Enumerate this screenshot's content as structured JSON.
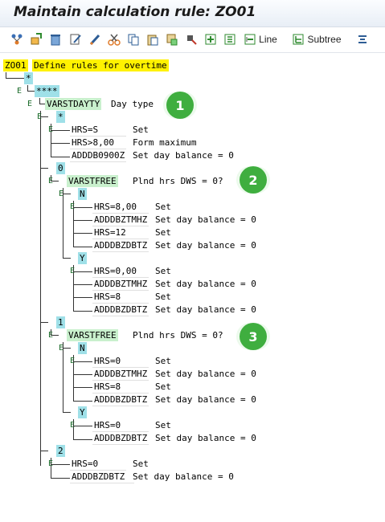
{
  "window": {
    "title": "Maintain calculation rule: ZO01"
  },
  "toolbar": {
    "icons": [
      "hierarchy-icon",
      "new-icon",
      "delete-icon",
      "edit-icon",
      "pencil-icon",
      "cut-icon",
      "copy-icon",
      "paste-icon",
      "paste-below-icon",
      "flag-icon",
      "insert-icon",
      "insert-sub-icon",
      "line-icon",
      "subtree-icon",
      "settings-icon"
    ],
    "line_label": "Line",
    "subtree_label": "Subtree"
  },
  "tree": {
    "root": {
      "code": "ZO01",
      "text": "Define rules for overtime"
    },
    "n_star1": "*",
    "n_star4": "****",
    "varstdayty": {
      "code": "VARSTDAYTY",
      "text": "Day type"
    },
    "dt_star": {
      "label": "*",
      "rows": [
        {
          "op": "HRS=S",
          "text": "Set"
        },
        {
          "op": "HRS>8,00",
          "text": "Form maximum"
        },
        {
          "op": "ADDDB0900Z",
          "text": "Set day balance = 0"
        }
      ]
    },
    "dt_0": {
      "label": "0",
      "var": {
        "code": "VARSTFREE",
        "text": "Plnd hrs DWS = 0?"
      },
      "n": {
        "label": "N",
        "rows": [
          {
            "op": "HRS=8,00",
            "text": "Set"
          },
          {
            "op": "ADDDBZTMHZ",
            "text": "Set day balance = 0"
          },
          {
            "op": "HRS=12",
            "text": "Set"
          },
          {
            "op": "ADDDBZDBTZ",
            "text": "Set day balance = 0"
          }
        ]
      },
      "y": {
        "label": "Y",
        "rows": [
          {
            "op": "HRS=0,00",
            "text": "Set"
          },
          {
            "op": "ADDDBZTMHZ",
            "text": "Set day balance = 0"
          },
          {
            "op": "HRS=8",
            "text": "Set"
          },
          {
            "op": "ADDDBZDBTZ",
            "text": "Set day balance = 0"
          }
        ]
      }
    },
    "dt_1": {
      "label": "1",
      "var": {
        "code": "VARSTFREE",
        "text": "Plnd hrs DWS = 0?"
      },
      "n": {
        "label": "N",
        "rows": [
          {
            "op": "HRS=0",
            "text": "Set"
          },
          {
            "op": "ADDDBZTMHZ",
            "text": "Set day balance = 0"
          },
          {
            "op": "HRS=8",
            "text": "Set"
          },
          {
            "op": "ADDDBZDBTZ",
            "text": "Set day balance = 0"
          }
        ]
      },
      "y": {
        "label": "Y",
        "rows": [
          {
            "op": "HRS=0",
            "text": "Set"
          },
          {
            "op": "ADDDBZDBTZ",
            "text": "Set day balance = 0"
          }
        ]
      }
    },
    "dt_2": {
      "label": "2",
      "rows": [
        {
          "op": "HRS=0",
          "text": "Set"
        },
        {
          "op": "ADDDBZDBTZ",
          "text": "Set day balance = 0"
        }
      ]
    }
  },
  "callouts": [
    "1",
    "2",
    "3"
  ],
  "colors": {
    "accent_green": "#3fae3f",
    "highlight_yellow": "#fff200",
    "highlight_teal": "#9fe0e8"
  }
}
